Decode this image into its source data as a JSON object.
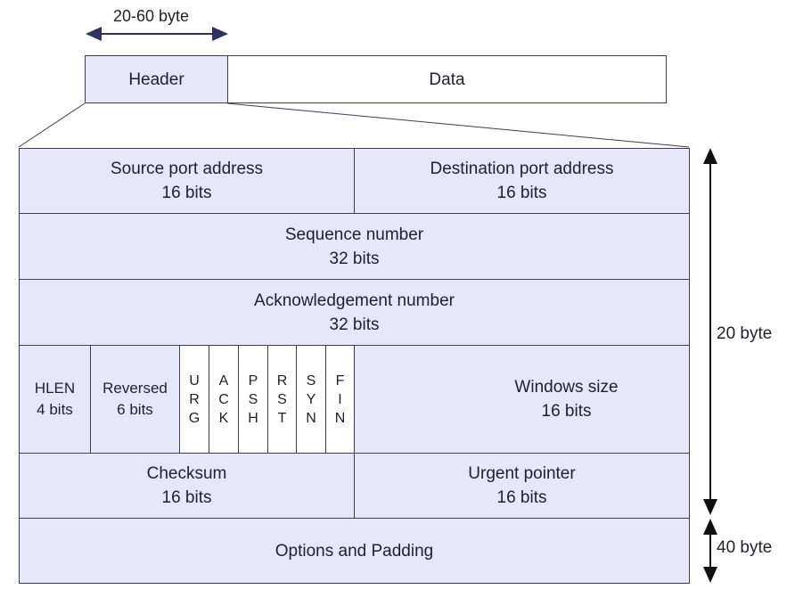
{
  "top": {
    "size_label": "20-60 byte",
    "header_label": "Header",
    "data_label": "Data"
  },
  "rows": {
    "source_port": {
      "name": "Source port address",
      "bits": "16 bits"
    },
    "dest_port": {
      "name": "Destination port address",
      "bits": "16 bits"
    },
    "sequence": {
      "name": "Sequence number",
      "bits": "32 bits"
    },
    "ack": {
      "name": "Acknowledgement number",
      "bits": "32 bits"
    },
    "hlen": {
      "name": "HLEN",
      "bits": "4 bits"
    },
    "reserved": {
      "name": "Reversed",
      "bits": "6 bits"
    },
    "flags": [
      {
        "letters": [
          "U",
          "R",
          "G"
        ]
      },
      {
        "letters": [
          "A",
          "C",
          "K"
        ]
      },
      {
        "letters": [
          "P",
          "S",
          "H"
        ]
      },
      {
        "letters": [
          "R",
          "S",
          "T"
        ]
      },
      {
        "letters": [
          "S",
          "Y",
          "N"
        ]
      },
      {
        "letters": [
          "F",
          "I",
          "N"
        ]
      }
    ],
    "window": {
      "name": "Windows size",
      "bits": "16 bits"
    },
    "checksum": {
      "name": "Checksum",
      "bits": "16 bits"
    },
    "urgent": {
      "name": "Urgent pointer",
      "bits": "16 bits"
    },
    "options": {
      "name": "Options and Padding"
    }
  },
  "side": {
    "fixed_label": "20 byte",
    "options_label": "40 byte"
  },
  "colors": {
    "fill": "#e6e7f8",
    "border": "#3a3c5a",
    "arrow": "#2e3260"
  }
}
